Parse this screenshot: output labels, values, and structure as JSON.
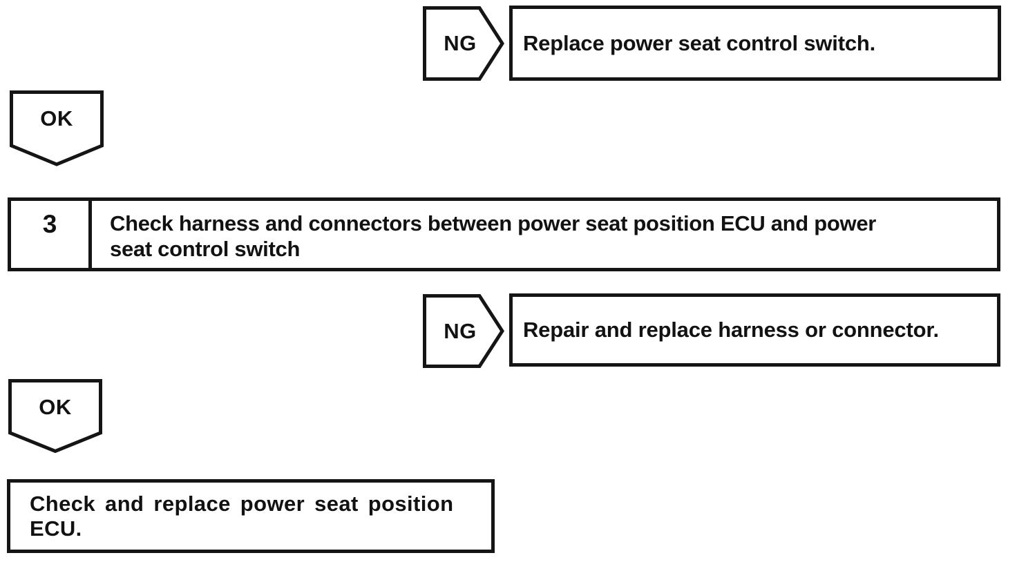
{
  "page": {
    "background_color": "#ffffff",
    "ink_color": "#151515"
  },
  "flowchart": {
    "branch_1": {
      "connector_label": "NG",
      "action": "Replace power seat control switch."
    },
    "ok_1": {
      "connector_label": "OK"
    },
    "step_3": {
      "number": "3",
      "title_lines": [
        "Check harness and connectors between power seat position ECU and power",
        "seat control switch"
      ]
    },
    "branch_2": {
      "connector_label": "NG",
      "action": "Repair and replace harness or connector."
    },
    "ok_2": {
      "connector_label": "OK"
    },
    "final_action": {
      "lines": [
        "Check and replace power seat position",
        "ECU."
      ]
    }
  }
}
